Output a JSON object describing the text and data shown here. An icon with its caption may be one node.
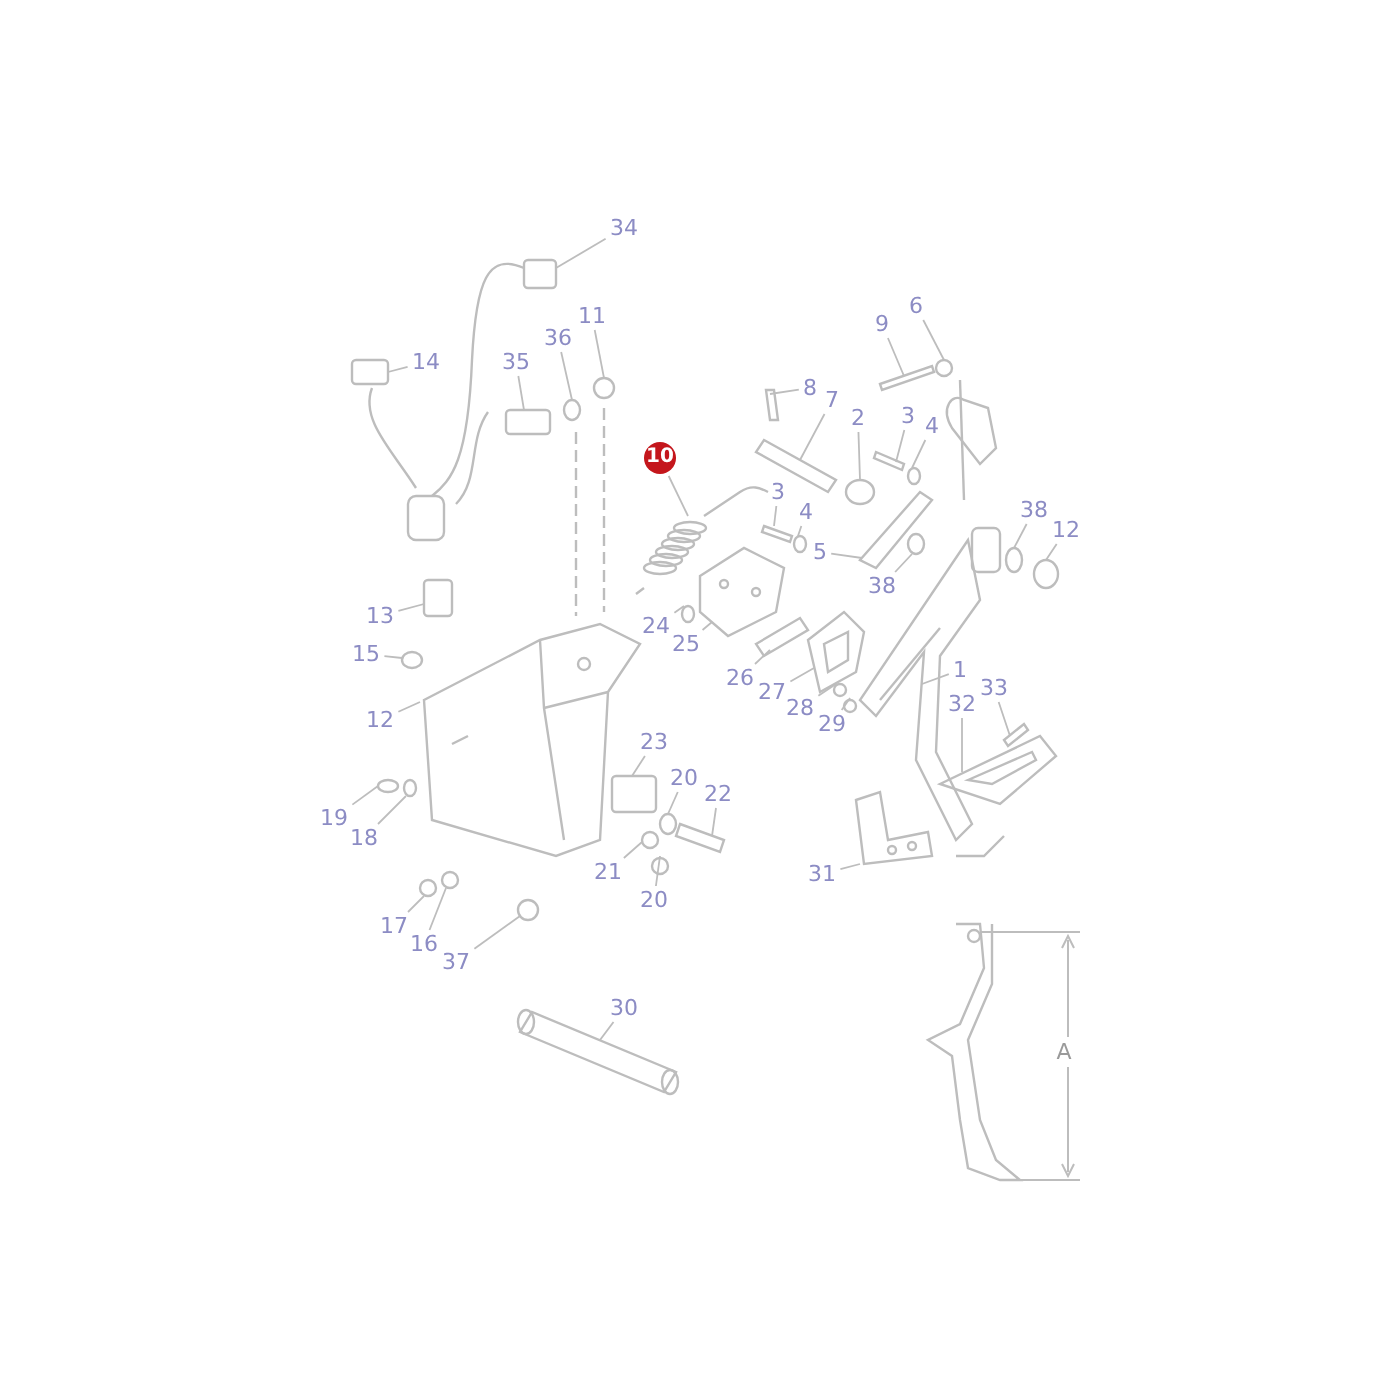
{
  "diagram": {
    "nodes": [
      {
        "text": [
          "34"
        ]
      },
      {
        "text": [
          "6"
        ]
      },
      {
        "text": [
          "11"
        ]
      },
      {
        "text": [
          "9"
        ]
      },
      {
        "text": [
          "36"
        ]
      },
      {
        "text": [
          "14"
        ]
      },
      {
        "text": [
          "35"
        ]
      },
      {
        "text": [
          "8"
        ]
      },
      {
        "text": [
          "7"
        ]
      },
      {
        "text": [
          "2"
        ]
      },
      {
        "text": [
          "3"
        ]
      },
      {
        "text": [
          "4"
        ]
      },
      {
        "text": [
          "10"
        ]
      },
      {
        "text": [
          "3"
        ]
      },
      {
        "text": [
          "38"
        ]
      },
      {
        "text": [
          "4"
        ]
      },
      {
        "text": [
          "12"
        ]
      },
      {
        "text": [
          "5"
        ]
      },
      {
        "text": [
          "38"
        ]
      },
      {
        "text": [
          "13"
        ]
      },
      {
        "text": [
          "24"
        ]
      },
      {
        "text": [
          "25"
        ]
      },
      {
        "text": [
          "15"
        ]
      },
      {
        "text": [
          "1"
        ]
      },
      {
        "text": [
          "26"
        ]
      },
      {
        "text": [
          "27"
        ]
      },
      {
        "text": [
          "33"
        ]
      },
      {
        "text": [
          "28"
        ]
      },
      {
        "text": [
          "32"
        ]
      },
      {
        "text": [
          "12"
        ]
      },
      {
        "text": [
          "29"
        ]
      },
      {
        "text": [
          "23"
        ]
      },
      {
        "text": [
          "20"
        ]
      },
      {
        "text": [
          "22"
        ]
      },
      {
        "text": [
          "19"
        ]
      },
      {
        "text": [
          "18"
        ]
      },
      {
        "text": [
          "21"
        ]
      },
      {
        "text": [
          "31"
        ]
      },
      {
        "text": [
          "20"
        ]
      },
      {
        "text": [
          "17"
        ]
      },
      {
        "text": [
          "16"
        ]
      },
      {
        "text": [
          "37"
        ]
      },
      {
        "text": [
          "30"
        ]
      },
      {
        "text": [],
        "shape": "box"
      },
      {
        "text": [],
        "shape": "circle"
      },
      {
        "text": [],
        "shape": "circle"
      },
      {
        "text": [],
        "shape": "bar"
      },
      {
        "text": [],
        "shape": "circle"
      },
      {
        "text": [],
        "shape": "box"
      },
      {
        "text": [],
        "shape": "box"
      },
      {
        "text": [],
        "shape": "bar"
      },
      {
        "text": [],
        "shape": "bar"
      },
      {
        "text": [],
        "shape": "circle"
      },
      {
        "text": [],
        "shape": "bar"
      },
      {
        "text": [],
        "shape": "circle"
      },
      {
        "text": [],
        "shape": "picture"
      },
      {
        "text": [],
        "shape": "bar"
      },
      {
        "text": [],
        "shape": "circle"
      },
      {
        "text": [],
        "shape": "circle"
      },
      {
        "text": [],
        "shape": "circle"
      },
      {
        "text": [],
        "shape": "bar"
      },
      {
        "text": [],
        "shape": "circle"
      },
      {
        "text": [],
        "shape": "box"
      },
      {
        "text": [],
        "shape": "circle"
      },
      {
        "text": [],
        "shape": "picture"
      },
      {
        "text": [],
        "shape": "circle"
      },
      {
        "text": [],
        "shape": "picture"
      },
      {
        "text": [],
        "shape": "bar"
      },
      {
        "text": [],
        "shape": "picture"
      },
      {
        "text": [],
        "shape": "bar"
      },
      {
        "text": [],
        "shape": "circle"
      },
      {
        "text": [],
        "shape": "picture"
      },
      {
        "text": [],
        "shape": "picture"
      },
      {
        "text": [],
        "shape": "circle"
      },
      {
        "text": [],
        "shape": "box"
      },
      {
        "text": [],
        "shape": "circle"
      },
      {
        "text": [],
        "shape": "bar"
      },
      {
        "text": [],
        "shape": "circle"
      },
      {
        "text": [],
        "shape": "circle"
      },
      {
        "text": [],
        "shape": "circle"
      },
      {
        "text": [],
        "shape": "picture"
      },
      {
        "text": [],
        "shape": "circle"
      },
      {
        "text": [],
        "shape": "circle"
      },
      {
        "text": [],
        "shape": "circle"
      },
      {
        "text": [],
        "shape": "circle"
      },
      {
        "text": [],
        "shape": "picture"
      }
    ],
    "edges": [
      {
        "from": 0,
        "to": 43,
        "arrow": "none"
      },
      {
        "from": 1,
        "to": 44,
        "arrow": "none"
      },
      {
        "from": 2,
        "to": 45,
        "arrow": "none"
      },
      {
        "from": 3,
        "to": 46,
        "arrow": "none"
      },
      {
        "from": 4,
        "to": 47,
        "arrow": "none"
      },
      {
        "from": 5,
        "to": 48,
        "arrow": "none"
      },
      {
        "from": 6,
        "to": 49,
        "arrow": "none"
      },
      {
        "from": 7,
        "to": 50,
        "arrow": "none"
      },
      {
        "from": 8,
        "to": 51,
        "arrow": "none"
      },
      {
        "from": 9,
        "to": 52,
        "arrow": "none"
      },
      {
        "from": 10,
        "to": 53,
        "arrow": "none"
      },
      {
        "from": 11,
        "to": 54,
        "arrow": "none"
      },
      {
        "from": 12,
        "to": 55,
        "arrow": "none"
      },
      {
        "from": 13,
        "to": 56,
        "arrow": "none"
      },
      {
        "from": 14,
        "to": 57,
        "arrow": "none"
      },
      {
        "from": 15,
        "to": 58,
        "arrow": "none"
      },
      {
        "from": 16,
        "to": 59,
        "arrow": "none"
      },
      {
        "from": 17,
        "to": 60,
        "arrow": "none"
      },
      {
        "from": 18,
        "to": 61,
        "arrow": "none"
      },
      {
        "from": 19,
        "to": 62,
        "arrow": "none"
      },
      {
        "from": 20,
        "to": 63,
        "arrow": "none"
      },
      {
        "from": 21,
        "to": 64,
        "arrow": "none"
      },
      {
        "from": 22,
        "to": 65,
        "arrow": "none"
      },
      {
        "from": 23,
        "to": 66,
        "arrow": "none"
      },
      {
        "from": 24,
        "to": 67,
        "arrow": "none"
      },
      {
        "from": 25,
        "to": 68,
        "arrow": "none"
      },
      {
        "from": 26,
        "to": 69,
        "arrow": "none"
      },
      {
        "from": 27,
        "to": 70,
        "arrow": "none"
      },
      {
        "from": 28,
        "to": 71,
        "arrow": "none"
      },
      {
        "from": 29,
        "to": 72,
        "arrow": "none"
      },
      {
        "from": 30,
        "to": 73,
        "arrow": "none"
      },
      {
        "from": 31,
        "to": 74,
        "arrow": "none"
      },
      {
        "from": 32,
        "to": 75,
        "arrow": "none"
      },
      {
        "from": 33,
        "to": 76,
        "arrow": "none"
      },
      {
        "from": 34,
        "to": 77,
        "arrow": "none"
      },
      {
        "from": 35,
        "to": 78,
        "arrow": "none"
      },
      {
        "from": 36,
        "to": 79,
        "arrow": "none"
      },
      {
        "from": 37,
        "to": 80,
        "arrow": "none"
      },
      {
        "from": 38,
        "to": 81,
        "arrow": "none"
      },
      {
        "from": 39,
        "to": 82,
        "arrow": "none"
      },
      {
        "from": 40,
        "to": 83,
        "arrow": "none"
      },
      {
        "from": 41,
        "to": 84,
        "arrow": "none"
      },
      {
        "from": 42,
        "to": 85,
        "arrow": "none"
      }
    ],
    "labels": [
      "A"
    ]
  }
}
